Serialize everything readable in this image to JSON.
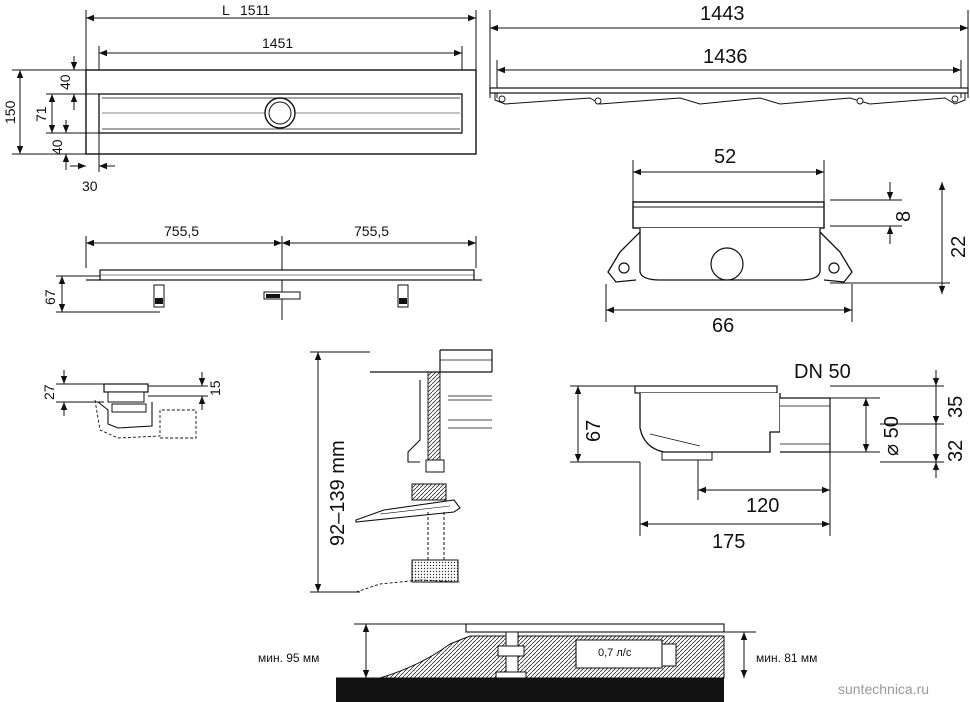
{
  "dimensions": {
    "top_length_label": "L",
    "top_length": "1511",
    "inner_length": "1451",
    "height_total": "150",
    "top_margin": "40",
    "inner_height": "71",
    "bottom_margin": "40",
    "side_margin": "30",
    "profile_overall": "1443",
    "profile_inner": "1436",
    "half_left": "755,5",
    "half_right": "755,5",
    "side_height": "67",
    "section_width": "52",
    "section_top": "8",
    "section_height": "22",
    "section_base": "66",
    "small_height": "27",
    "small_top": "15",
    "leg_range": "92–139 mm",
    "outlet_label": "DN 50",
    "outlet_height": "67",
    "outlet_dia": "⌀ 50",
    "outlet_upper": "35",
    "outlet_lower": "32",
    "outlet_offset": "120",
    "outlet_length": "175",
    "install_left": "мин. 95 мм",
    "install_right": "мин. 81 мм",
    "flow_rate": "0,7 л/с"
  },
  "watermark": "suntechnica.ru"
}
